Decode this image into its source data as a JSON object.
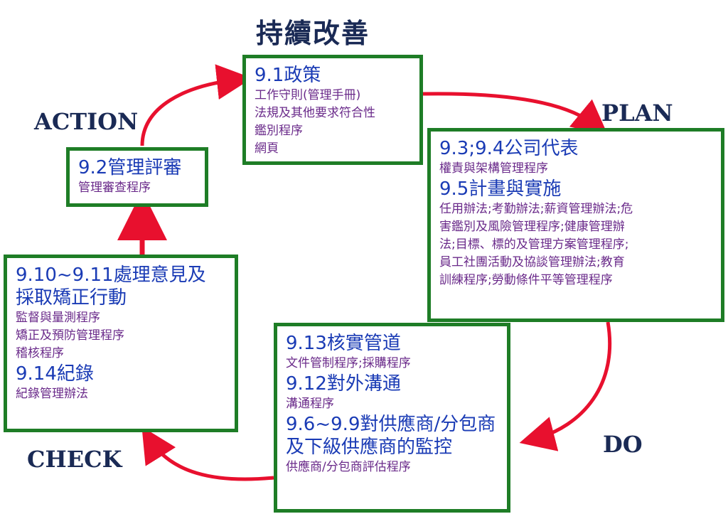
{
  "title": "持續改善",
  "phases": {
    "action": "ACTION",
    "plan": "PLAN",
    "do": "DO",
    "check": "CHECK"
  },
  "policy": {
    "heading": "9.1政策",
    "items": [
      "工作守則(管理手冊)",
      "法規及其他要求符合性",
      "鑑別程序",
      "網頁"
    ]
  },
  "review": {
    "heading": "9.2管理評審",
    "items": [
      "管理審查程序"
    ]
  },
  "plan_box": {
    "heading1": "9.3;9.4公司代表",
    "sub1": "權責與架構管理程序",
    "heading2": "9.5計畫與實施",
    "lines": [
      "任用辦法;考勤辦法;薪資管理辦法;危",
      "害鑑別及風險管理程序;健康管理辦",
      "法;目標、標的及管理方案管理程序;",
      "員工社團活動及協談管理辦法;教育",
      "訓練程序;勞動條件平等管理程序"
    ]
  },
  "check_box": {
    "heading1_line1": "9.10~9.11處理意見及",
    "heading1_line2": "採取矯正行動",
    "items1": [
      "監督與量測程序",
      "矯正及預防管理程序",
      "稽核程序"
    ],
    "heading2": "9.14紀錄",
    "items2": [
      "紀錄管理辦法"
    ]
  },
  "do_box": {
    "heading1": "9.13核實管道",
    "sub1": "文件管制程序;採購程序",
    "heading2": "9.12對外溝通",
    "sub2": "溝通程序",
    "heading3_line1": "9.6~9.9對供應商/分包商",
    "heading3_line2": "及下級供應商的監控",
    "sub3": "供應商/分包商評估程序"
  },
  "colors": {
    "border": "#1e7d26",
    "heading": "#1a3bb5",
    "sub": "#6a2a8a",
    "arrow": "#e8102e",
    "phase": "#1a2a55"
  }
}
